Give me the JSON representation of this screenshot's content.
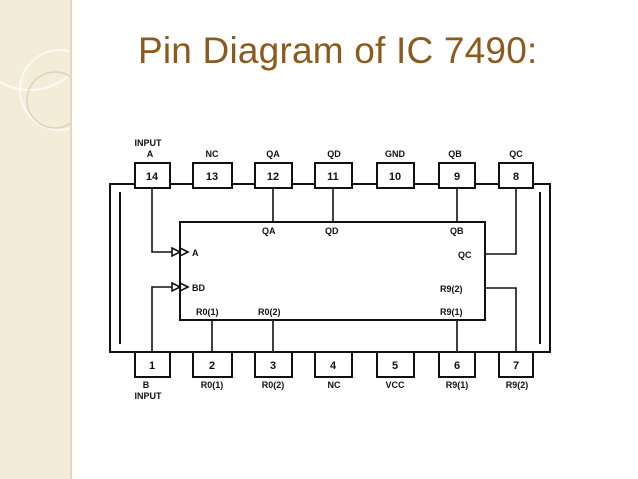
{
  "slide": {
    "title": "Pin Diagram of IC 7490:",
    "title_color": "#8a5a1e",
    "sidebar_color": "#f3ecd9"
  },
  "ic": {
    "top_pins": [
      {
        "number": "14",
        "label": "A",
        "label_top": "INPUT"
      },
      {
        "number": "13",
        "label": "NC"
      },
      {
        "number": "12",
        "label": "QA"
      },
      {
        "number": "11",
        "label": "QD"
      },
      {
        "number": "10",
        "label": "GND"
      },
      {
        "number": "9",
        "label": "QB"
      },
      {
        "number": "8",
        "label": "QC"
      }
    ],
    "bottom_pins": [
      {
        "number": "1",
        "label": "B",
        "label_bottom": "INPUT"
      },
      {
        "number": "2",
        "label": "R0(1)"
      },
      {
        "number": "3",
        "label": "R0(2)"
      },
      {
        "number": "4",
        "label": "NC"
      },
      {
        "number": "5",
        "label": "VCC"
      },
      {
        "number": "6",
        "label": "R9(1)"
      },
      {
        "number": "7",
        "label": "R9(2)"
      }
    ],
    "internal": {
      "input_a": "A",
      "input_b": "BD",
      "qa": "QA",
      "qd": "QD",
      "qb": "QB",
      "qc": "QC",
      "r0_1": "R0(1)",
      "r0_2": "R0(2)",
      "r9_1": "R9(1)",
      "r9_2": "R9(2)"
    }
  }
}
